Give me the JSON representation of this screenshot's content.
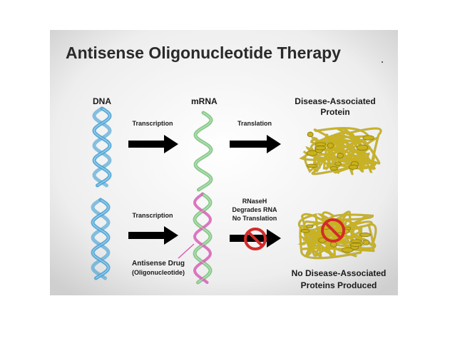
{
  "title": "Antisense Oligonucleotide Therapy",
  "headers": {
    "dna": "DNA",
    "mrna": "mRNA",
    "protein_line1": "Disease-Associated",
    "protein_line2": "Protein"
  },
  "top_row": {
    "transcription": "Transcription",
    "translation": "Translation"
  },
  "bottom_row": {
    "transcription": "Transcription",
    "rnaseh_line1": "RNaseH",
    "rnaseh_line2": "Degrades RNA",
    "rnaseh_line3": "No Translation",
    "drug_line1": "Antisense Drug",
    "drug_line2": "(Oligonucleotide)",
    "result_line1": "No Disease-Associated",
    "result_line2": "Proteins Produced"
  },
  "colors": {
    "dna": "#4aa3d6",
    "mrna": "#7cc47e",
    "antisense": "#d65fb6",
    "protein": "#c9b21a",
    "prohibit": "#d42a2a",
    "arrow": "#000000"
  },
  "icons": [
    "dna-helix-icon",
    "mrna-helix-icon",
    "protein-structure-icon",
    "prohibited-icon",
    "right-arrow-icon"
  ]
}
